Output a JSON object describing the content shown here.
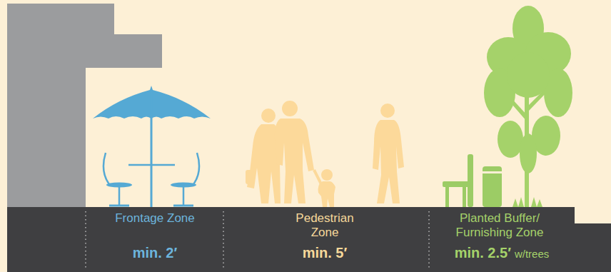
{
  "diagram": {
    "labels": [
      "Frontage Zone",
      "min. 2′",
      "Pedestrian Zone",
      "min. 5′",
      "Planted Buffer/ Furnishing Zone",
      "min. 2.5′",
      "w/trees"
    ]
  }
}
